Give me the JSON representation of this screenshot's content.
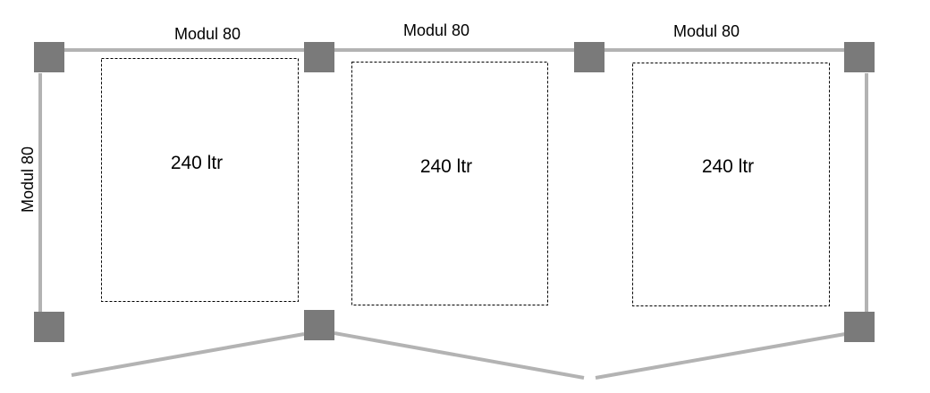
{
  "diagram": {
    "module_labels": {
      "top_left": "Modul 80",
      "top_middle": "Modul 80",
      "top_right": "Modul 80",
      "side_left": "Modul 80"
    },
    "bins": [
      {
        "label": "240 ltr"
      },
      {
        "label": "240 ltr"
      },
      {
        "label": "240 ltr"
      }
    ],
    "colors": {
      "post": "#7a7a7a",
      "rail": "#b3b3b3",
      "outline": "#000000",
      "text": "#000000"
    }
  }
}
